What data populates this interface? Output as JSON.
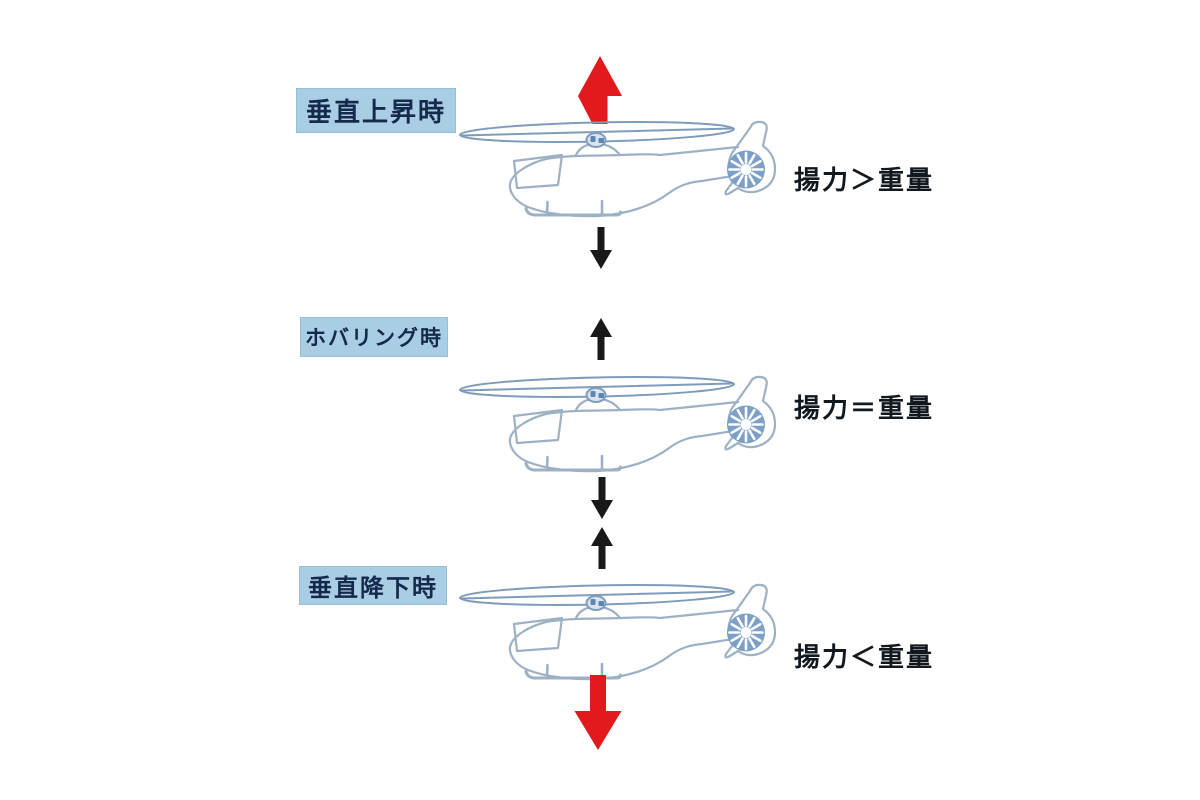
{
  "diagram": {
    "sections": [
      {
        "label": "垂直上昇時",
        "equation": "揚力＞重量",
        "top_arrow": {
          "name": "lift",
          "direction": "up",
          "size": "large",
          "color": "#e2191d"
        },
        "bottom_arrow": {
          "name": "weight",
          "direction": "down",
          "size": "small",
          "color": "#191919"
        }
      },
      {
        "label": "ホバリング時",
        "equation": "揚力＝重量",
        "top_arrow": {
          "name": "lift",
          "direction": "up",
          "size": "small",
          "color": "#191919"
        },
        "bottom_arrow": {
          "name": "weight",
          "direction": "down",
          "size": "small",
          "color": "#191919"
        }
      },
      {
        "label": "垂直降下時",
        "equation": "揚力＜重量",
        "top_arrow": {
          "name": "lift",
          "direction": "up",
          "size": "small",
          "color": "#191919"
        },
        "bottom_arrow": {
          "name": "weight",
          "direction": "down",
          "size": "large",
          "color": "#e2191d"
        }
      }
    ],
    "colors": {
      "background": "#ffffff",
      "label_box_bg": "#a9cee4",
      "label_box_text": "#15294d",
      "equation_text": "#11181e",
      "arrow_red": "#e2191d",
      "arrow_black": "#191919",
      "helicopter_line": "#9db1c4",
      "helicopter_rotor": "#7e9cba",
      "helicopter_accent": "#5d87b2",
      "fenestron_fill": "#7b9fc6"
    }
  }
}
